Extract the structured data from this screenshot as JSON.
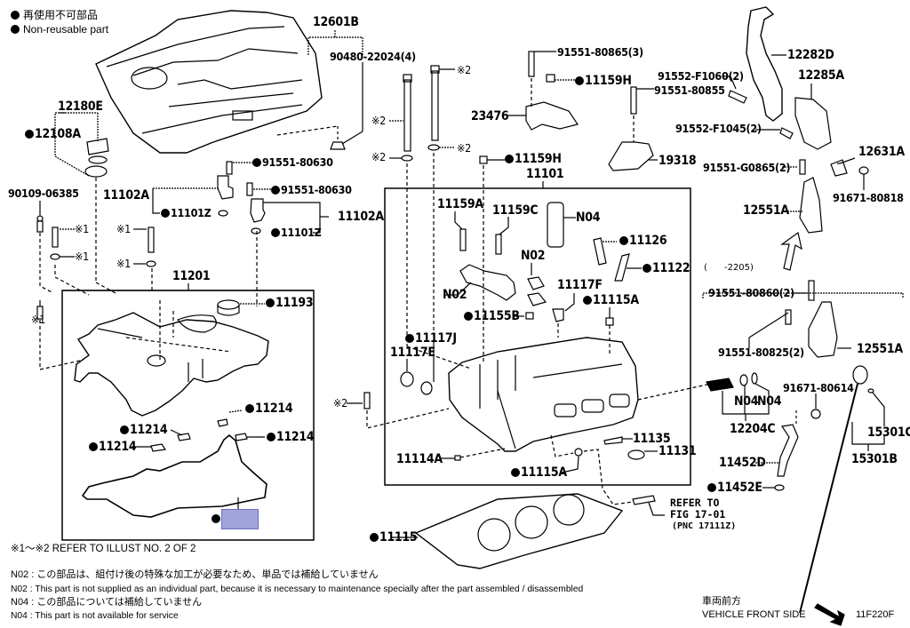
{
  "legend": {
    "jp": "再使用不可部品",
    "en": "Non-reusable part"
  },
  "colors": {
    "highlight_box": "#a3a3dc",
    "line": "#000000"
  },
  "labels": {
    "p12180E": "12180E",
    "p12108A": "12108A",
    "p12601B": "12601B",
    "p90480": "90480-22024(4)",
    "p91551_80630_a": "91551-80630",
    "p91551_80630_b": "91551-80630",
    "p11102A_a": "11102A",
    "p11102A_b": "11102A",
    "p11101Z_a": "11101Z",
    "p11101Z_b": "11101Z",
    "p90109": "90109-06385",
    "k1_a": "※1",
    "k1_b": "※1",
    "k1_c": "※1",
    "k1_d": "※1",
    "k1_e": "※1",
    "k2_a": "※2",
    "k2_b": "※2",
    "k2_c": "※2",
    "k2_d": "※2",
    "k2_e": "※2",
    "p11201": "11201",
    "p11193": "11193",
    "p11214_a": "11214",
    "p11214_b": "11214",
    "p11214_c": "11214",
    "p11214_d": "11214",
    "p91551_80865": "91551-80865(3)",
    "p11159H_a": "11159H",
    "p11159H_b": "11159H",
    "p23476": "23476",
    "p91551_80855": "91551-80855",
    "p19318": "19318",
    "p11101": "11101",
    "p11159A": "11159A",
    "p11159C": "11159C",
    "pN04_a": "N04",
    "p11126": "11126",
    "p11122": "11122",
    "pN02_a": "N02",
    "pN02_b": "N02",
    "p11117F": "11117F",
    "p11115A_a": "11115A",
    "p11155B": "11155B",
    "p11117J": "11117J",
    "p11117E": "11117E",
    "p11135": "11135",
    "p11131": "11131",
    "p11114A": "11114A",
    "p11115A_b": "11115A",
    "p11115": "11115",
    "refer_to": "REFER TO",
    "refer_fig": "FIG 17-01",
    "refer_pnc": "(PNC 17111Z)",
    "p12282D": "12282D",
    "p12285A": "12285A",
    "p91552_F1060": "91552-F1060(2)",
    "p91552_F1045": "91552-F1045(2)",
    "p12631A": "12631A",
    "p91551_G0865": "91551-G0865(2)",
    "p91671_80818": "91671-80818",
    "p12551A_a": "12551A",
    "range": "(      -2205)",
    "p91551_80860": "91551-80860(2)",
    "p91551_80825": "91551-80825(2)",
    "p12551A_b": "12551A",
    "pN04_b": "N04",
    "pN04_c": "N04",
    "p12204C": "12204C",
    "p91671_80614": "91671-80614",
    "p15301C": "15301C",
    "p15301B": "15301B",
    "p11452D": "11452D",
    "p11452E": "11452E"
  },
  "notes": {
    "refer_illust": "※1～※2  REFER TO ILLUST NO. 2 OF 2",
    "n02_jp": "N02 : この部品は、組付け後の特殊な加工が必要なため、単品では補給していません",
    "n02_en": "N02 : This part is not supplied as an individual part, because it is necessary to maintenance specially after the part assembled / disassembled",
    "n04_jp": "N04 : この部品については補給していません",
    "n04_en": "N04 : This part is not available for service"
  },
  "footer": {
    "front_jp": "車両前方",
    "front_en": "VEHICLE FRONT SIDE",
    "figure_code": "11F220F"
  }
}
